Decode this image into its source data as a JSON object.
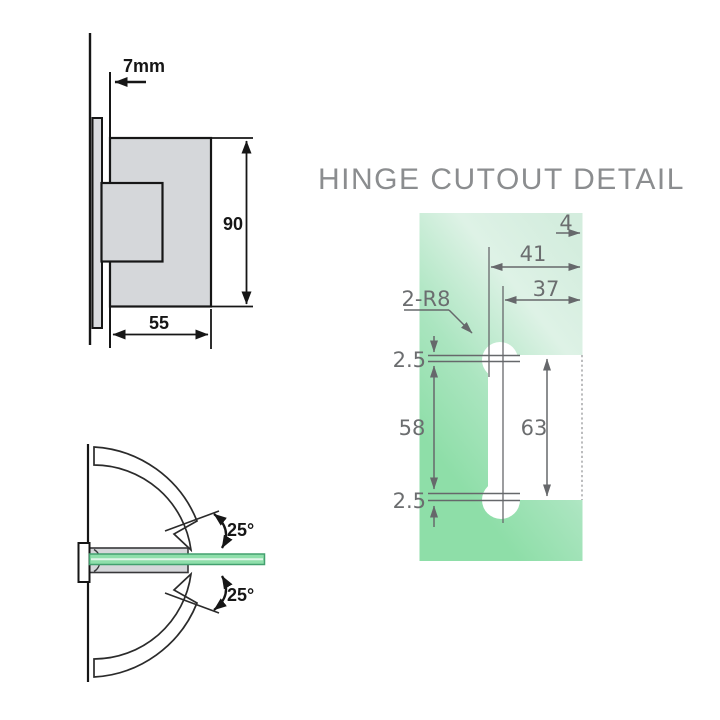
{
  "title": "HINGE CUTOUT DETAIL",
  "side_view": {
    "glass_offset": "7mm",
    "body_height": "90",
    "body_width": "55"
  },
  "swing_view": {
    "upper_angle": "25°",
    "lower_angle": "25°"
  },
  "cutout_detail": {
    "edge_offset": "4",
    "slot_depth_outer": "41",
    "hole_center_depth": "37",
    "corner_radius": "2-R8",
    "top_clearance": "2.5",
    "flange_height": "58",
    "slot_height": "63",
    "bottom_clearance": "2.5"
  },
  "colors": {
    "glass_pale": "#d4edde",
    "glass_highlight": "#def2e6",
    "glass_mid": "#abe5c0",
    "glass_dark": "#8edea8",
    "glass_strip": "#8fdfab",
    "glass_strip_edge": "#43a06f",
    "metal_gray": "#d5d7da",
    "metal_light": "#dadcdf",
    "ink": "#161616",
    "dim_gray": "#66686b",
    "title_gray": "#8b8d8f"
  }
}
